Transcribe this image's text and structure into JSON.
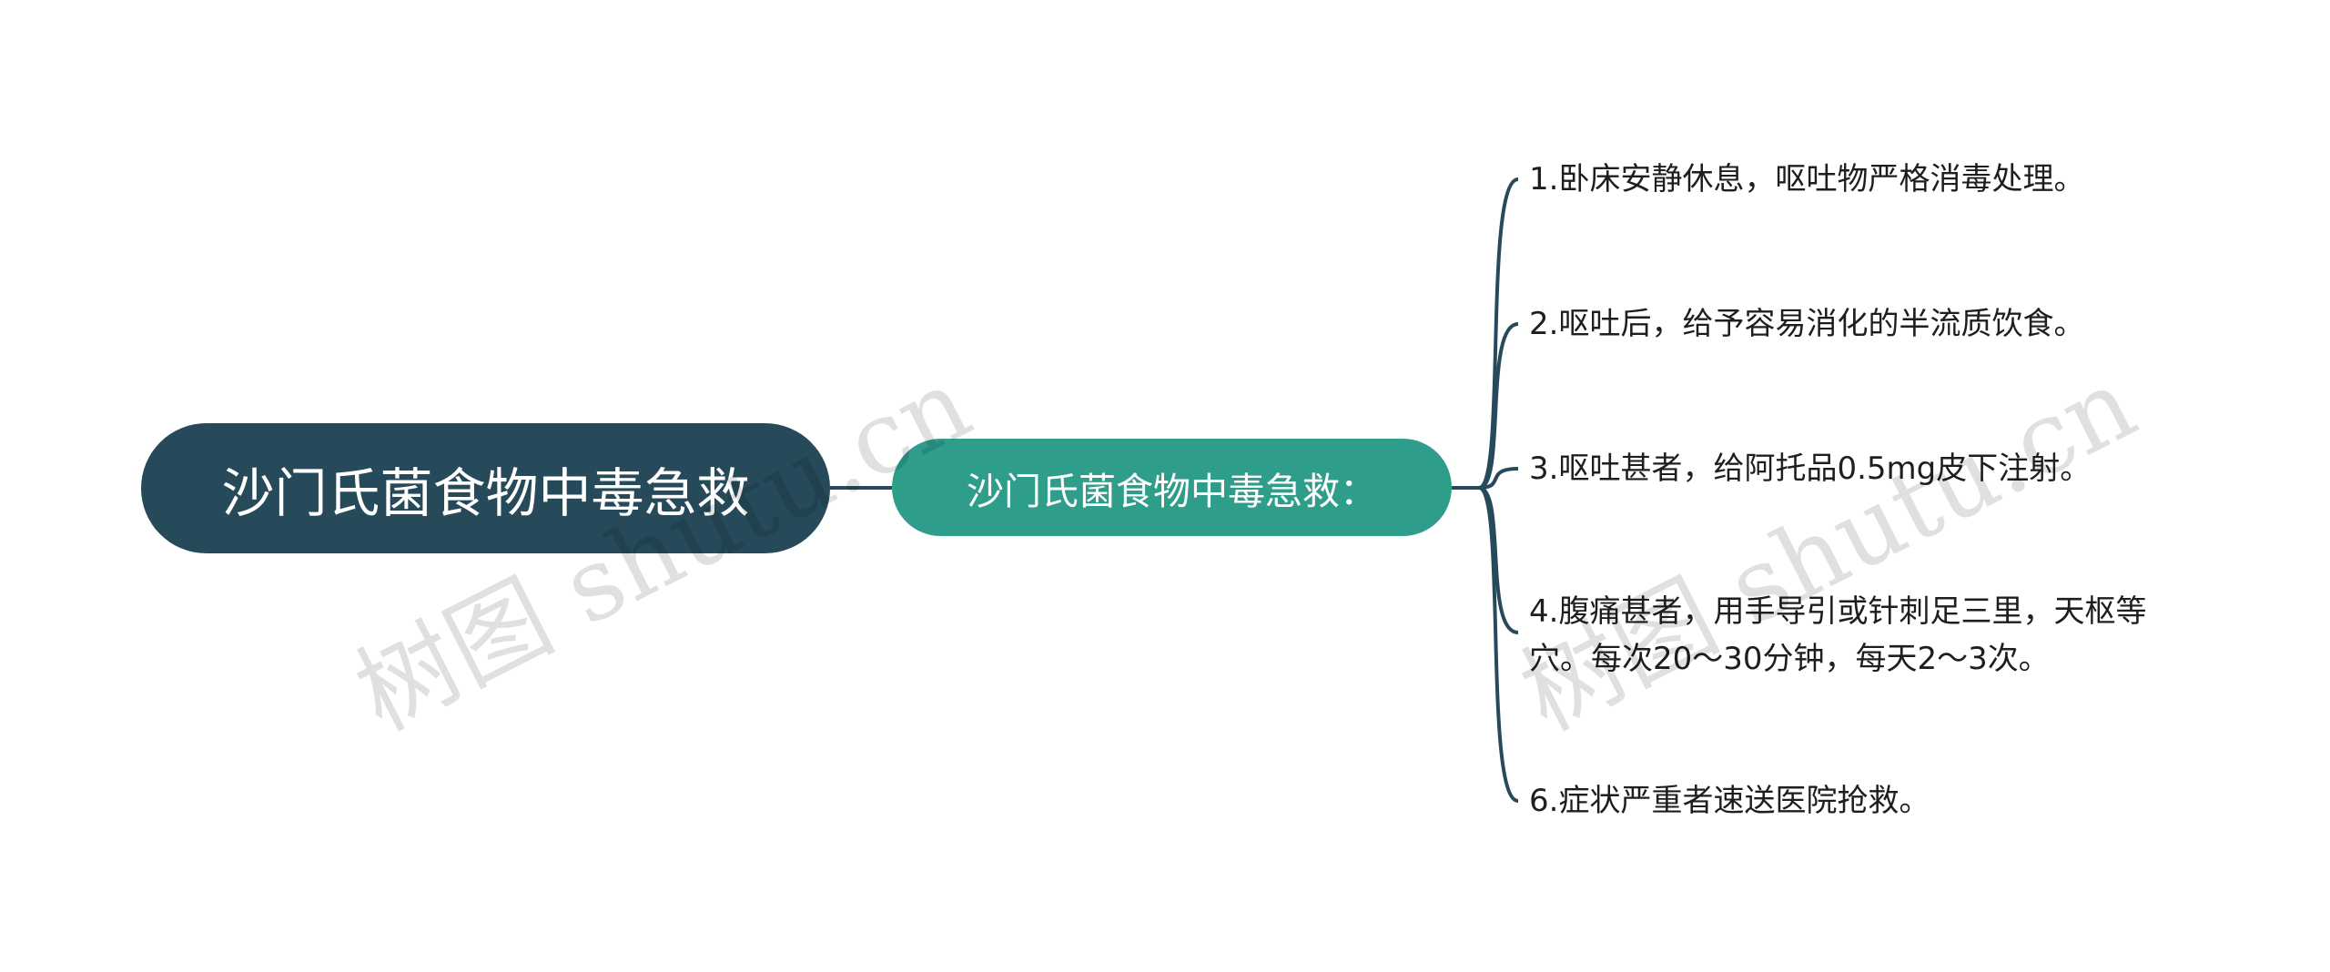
{
  "root": {
    "label": "沙门氏菌食物中毒急救"
  },
  "branch": {
    "label": "沙门氏菌食物中毒急救："
  },
  "leaves": [
    {
      "lines": [
        "1.卧床安静休息，呕吐物严格消毒处理。"
      ]
    },
    {
      "lines": [
        "2.呕吐后，给予容易消化的半流质饮食。"
      ]
    },
    {
      "lines": [
        "3.呕吐甚者，给阿托品0.5mg皮下注射。"
      ]
    },
    {
      "lines": [
        "4.腹痛甚者，用手导引或针刺足三里，天枢等",
        "穴。每次20～30分钟，每天2～3次。"
      ]
    },
    {
      "lines": [
        "6.症状严重者速送医院抢救。"
      ]
    }
  ],
  "watermarks": [
    "树图 shutu.cn",
    "树图 shutu.cn"
  ],
  "colors": {
    "root": "#264a5a",
    "branch": "#2e9e8b",
    "connector": "#264a5a",
    "leaf_text": "#1e1e1e"
  }
}
